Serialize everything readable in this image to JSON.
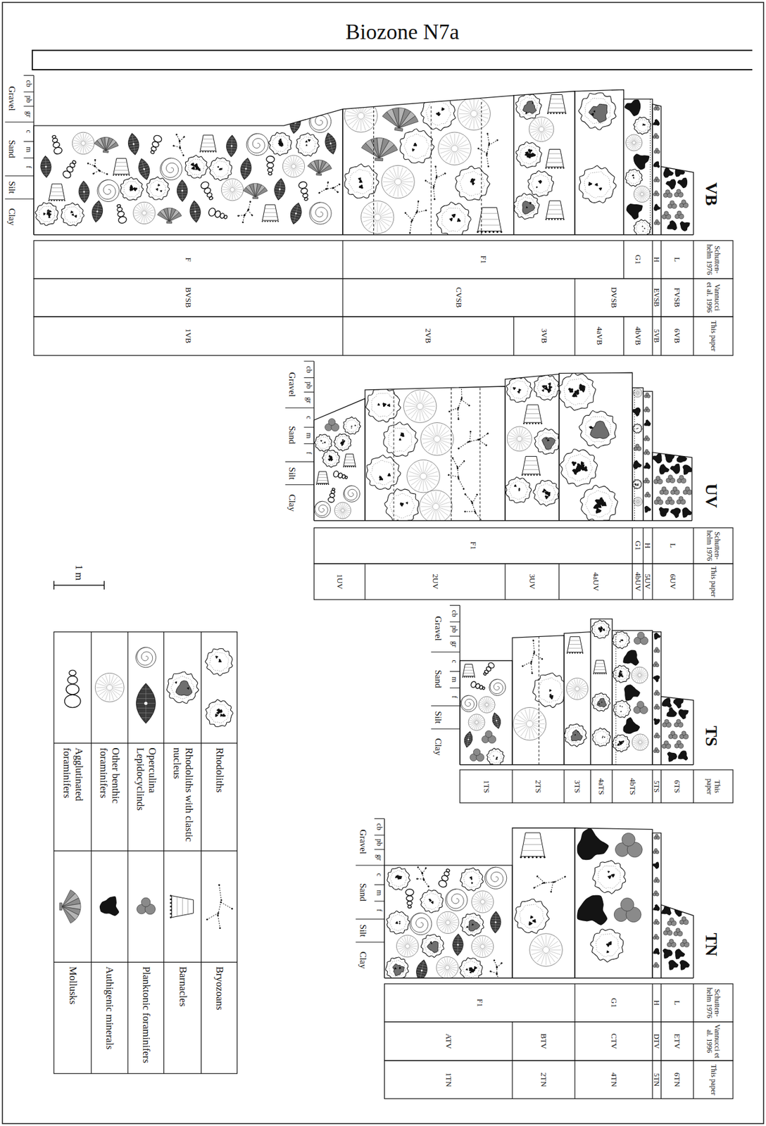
{
  "diagram": {
    "title": "Biozone N7a",
    "labels": [
      "VB",
      "Gravel",
      "cb",
      "pb",
      "gr",
      "Sand",
      "c",
      "m",
      "f",
      "Silt",
      "Clay",
      "Schutten- helm 1976",
      "F",
      "F1",
      "G1",
      "H",
      "L",
      "Vannucci et al. 1996",
      "BVSB",
      "CVSB",
      "DVSB",
      "EVSB",
      "FVSB",
      "This paper",
      "1VB",
      "2VB",
      "3VB",
      "4aVB",
      "4bVB",
      "5VB",
      "6VB",
      "UV",
      "Gravel",
      "cb",
      "pb",
      "gr",
      "Sand",
      "c",
      "m",
      "f",
      "Silt",
      "Clay",
      "Schutten- helm 1976",
      "F1",
      "G1",
      "H",
      "L",
      "This paper",
      "1UV",
      "2UV",
      "3UV",
      "4aUV",
      "4bUV",
      "5UV",
      "6UV",
      "TS",
      "Gravel",
      "cb",
      "pb",
      "gr",
      "Sand",
      "c",
      "m",
      "f",
      "Silt",
      "Clay",
      "This paper",
      "1TS",
      "2TS",
      "3TS",
      "4aTS",
      "4bTS",
      "5TS",
      "6TS",
      "TN",
      "Gravel",
      "cb",
      "pb",
      "gr",
      "Sand",
      "c",
      "m",
      "f",
      "Silt",
      "Clay",
      "Schutten- helm 1976",
      "F1",
      "G1",
      "H",
      "L",
      "Vannucci et al. 1996",
      "ATV",
      "BTV",
      "CTV",
      "DTV",
      "ETV",
      "This paper",
      "1TN",
      "2TN",
      "4TN",
      "5TN",
      "6TN",
      "1 m"
    ],
    "legend": [
      {
        "text": "Rhodoliths"
      },
      {
        "text": "Bryozoans"
      },
      {
        "text": "Rhodoliths with clastic nucleus"
      },
      {
        "text": "Barnacles"
      },
      {
        "text": "Operculina Lepidocyclinds"
      },
      {
        "text": "Planktonic foraminifers"
      },
      {
        "text": "Other benthic foraminifers"
      },
      {
        "text": "Authigenic minerals"
      },
      {
        "text": "Agglutinated foraminifers"
      },
      {
        "text": "Mollusks"
      }
    ]
  }
}
